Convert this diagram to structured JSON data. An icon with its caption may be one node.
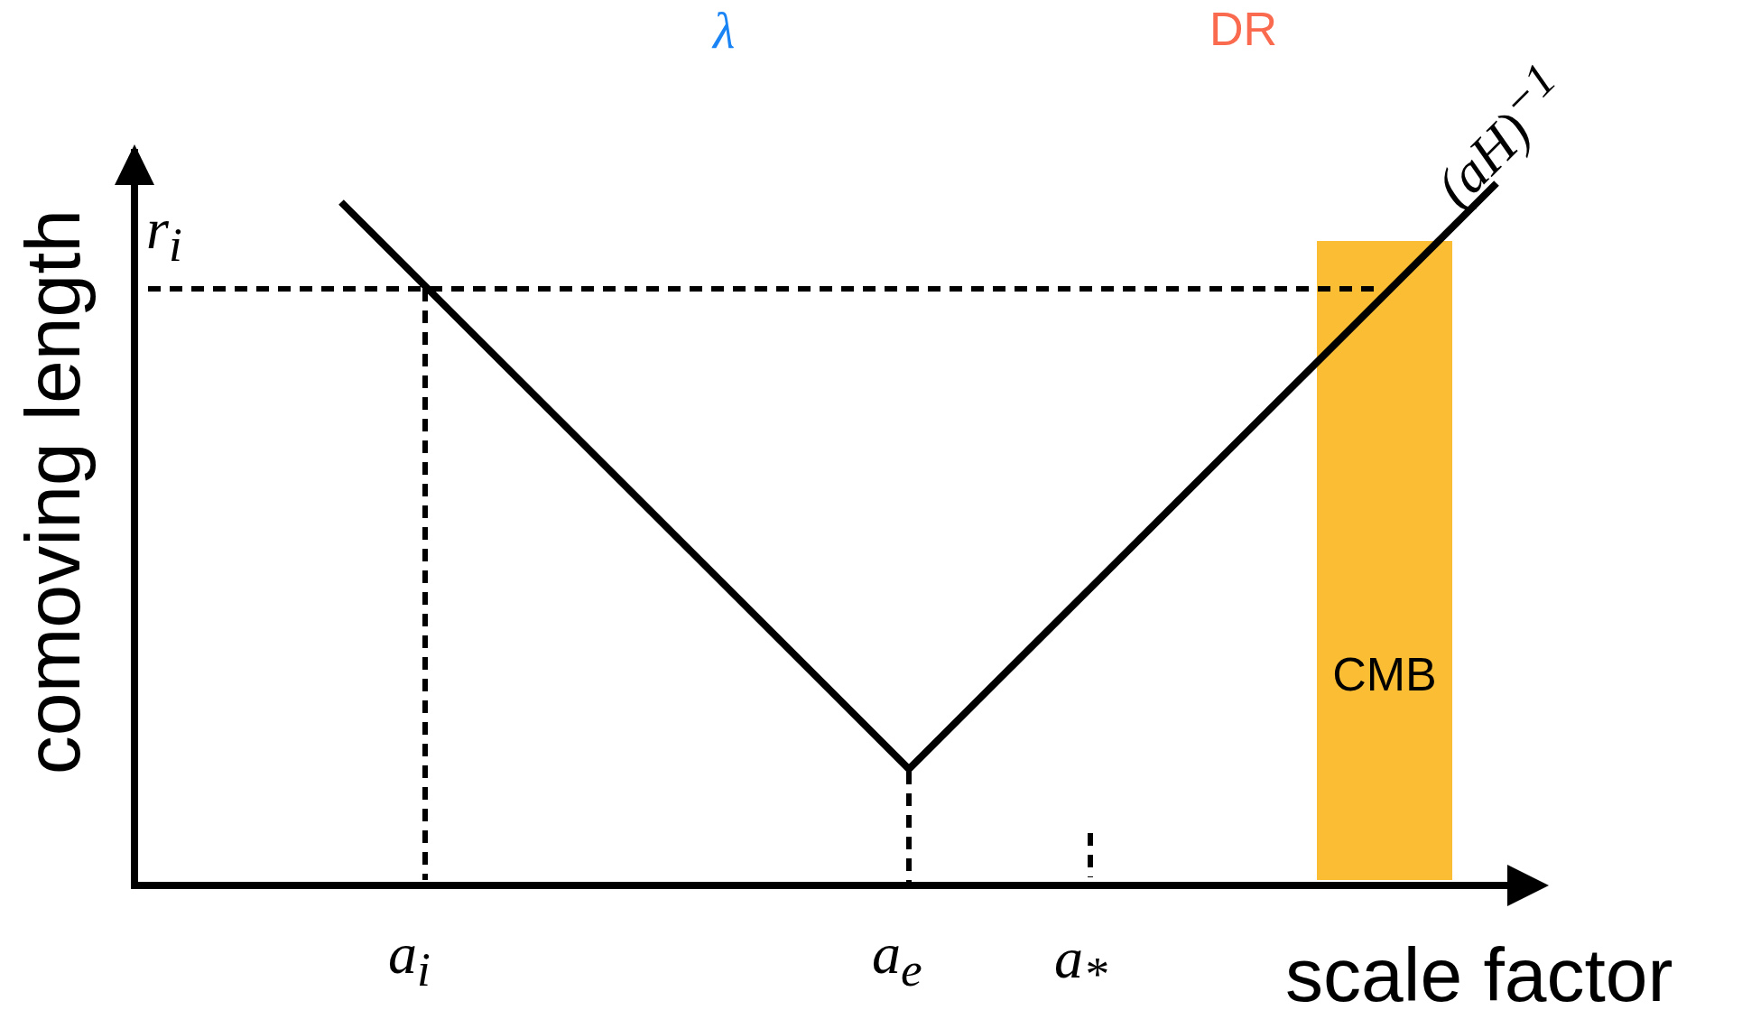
{
  "diagram": {
    "nodes": [
      {
        "text": [
          "CMB"
        ]
      }
    ],
    "edges": [],
    "labels": [
      "λ",
      "DR",
      "(aH)$^{−1}$",
      "r$_{i}$",
      "comoving length",
      "a$_{i}$",
      "a$_{e}$",
      "a$_{*}$",
      "scale factor"
    ]
  }
}
